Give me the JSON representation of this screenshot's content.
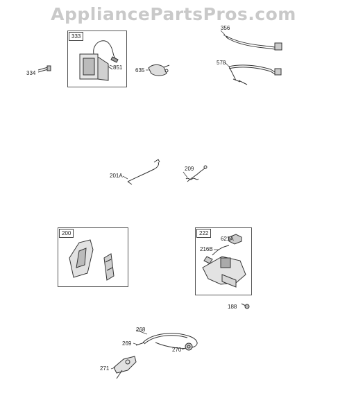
{
  "watermark": "AppliancePartsPros.com",
  "parts": {
    "p333": "333",
    "p334": "334",
    "p851": "851",
    "p635": "635",
    "p356": "356",
    "p578": "578",
    "p201A": "201A",
    "p209": "209",
    "p200": "200",
    "p222": "222",
    "p621A": "621A",
    "p216B": "216B",
    "p188": "188",
    "p268": "268",
    "p269": "269",
    "p270": "270",
    "p271": "271"
  }
}
